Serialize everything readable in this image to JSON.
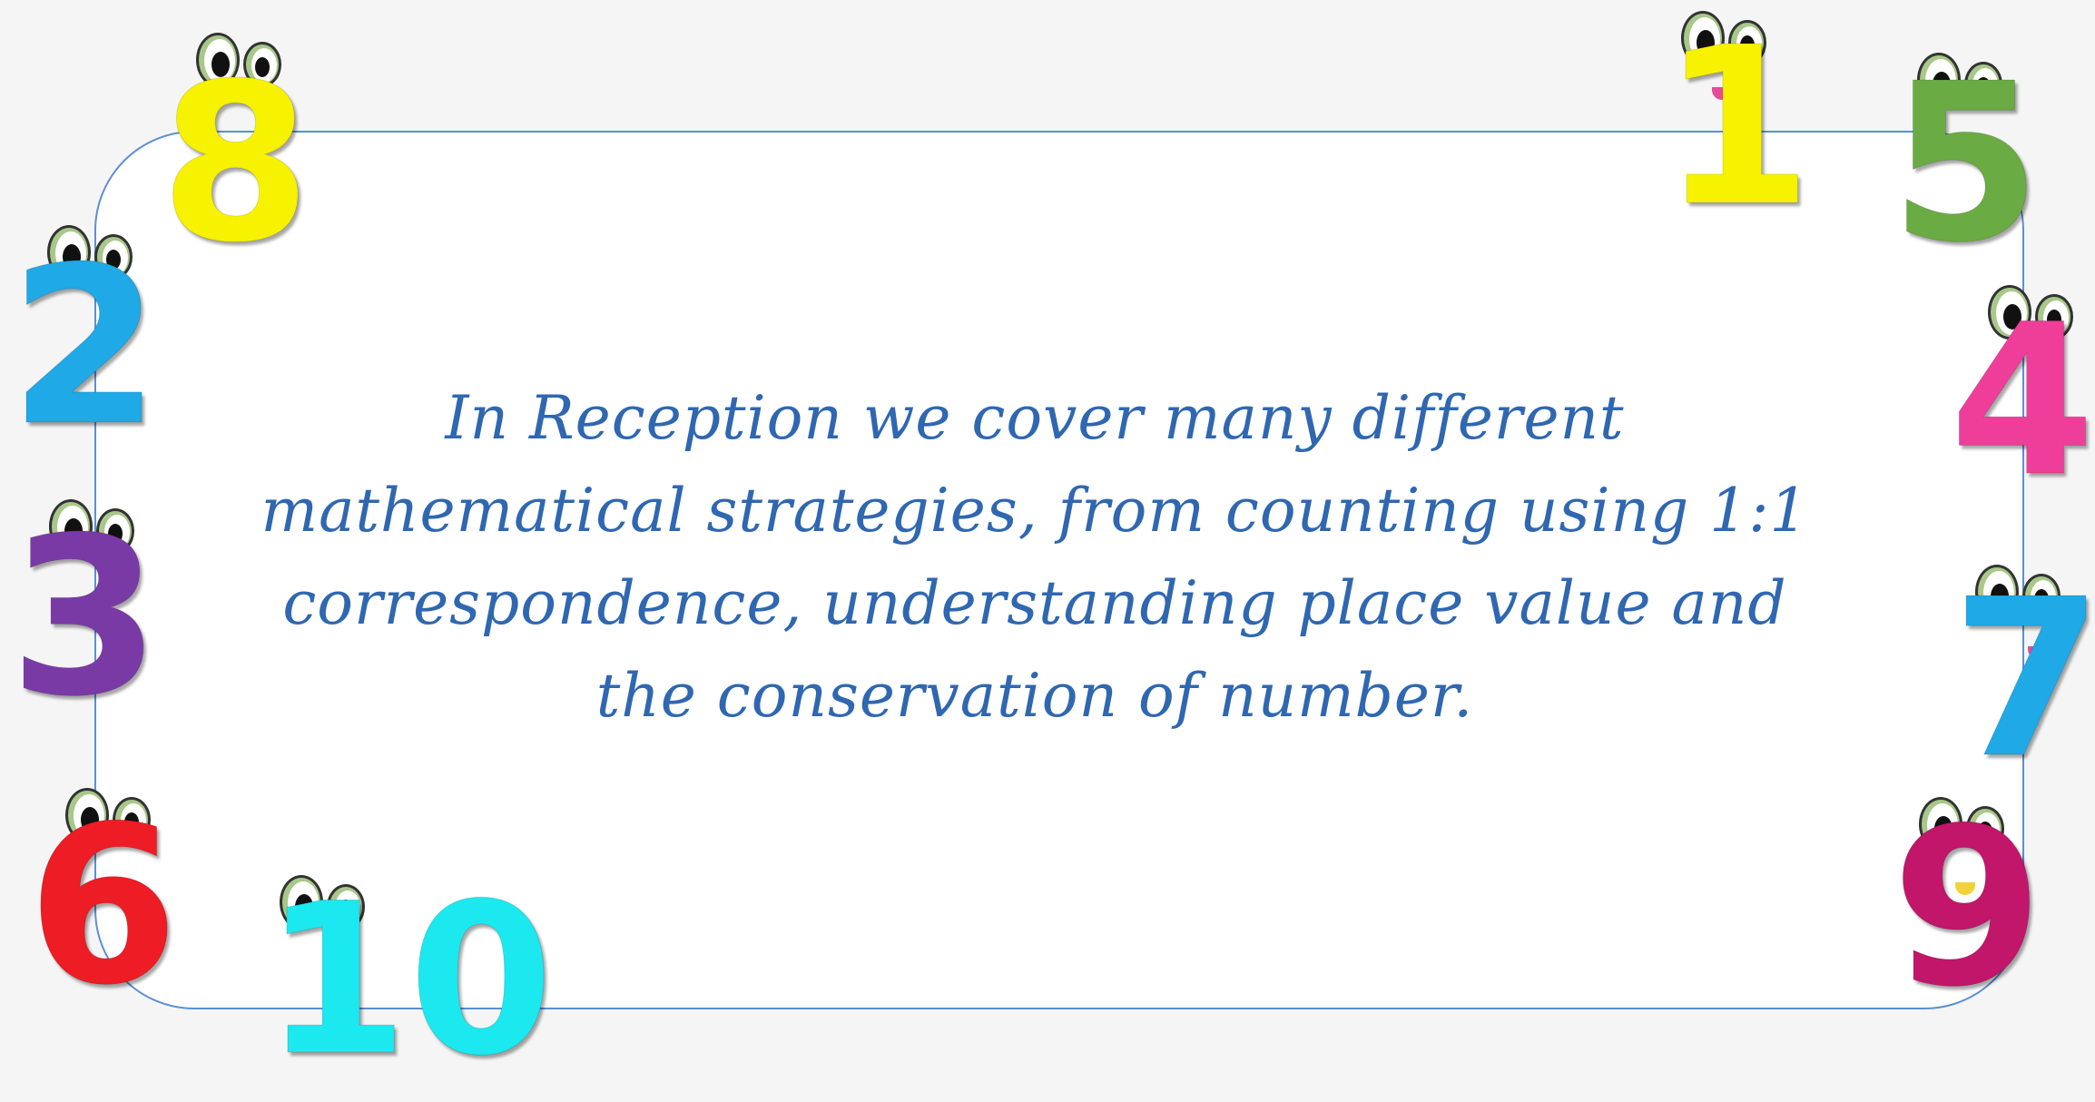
{
  "message": "In Reception we cover many different mathematical strategies, from counting using 1:1 correspondence, understanding place value and the conservation of number.",
  "numbers": [
    {
      "label": "8",
      "color": "#f7f200"
    },
    {
      "label": "2",
      "color": "#1fa9e6"
    },
    {
      "label": "3",
      "color": "#7a3aa6"
    },
    {
      "label": "6",
      "color": "#ee1c24"
    },
    {
      "label": "10",
      "color": "#1ce8f0"
    },
    {
      "label": "1",
      "color": "#f7f200"
    },
    {
      "label": "5",
      "color": "#6aab44"
    },
    {
      "label": "4",
      "color": "#ee3e9a"
    },
    {
      "label": "7",
      "color": "#1fa9e6"
    },
    {
      "label": "9",
      "color": "#c1166a"
    }
  ],
  "colors": {
    "border": "#5b8fd6",
    "text": "#2f67b1",
    "background": "#f5f5f5"
  }
}
